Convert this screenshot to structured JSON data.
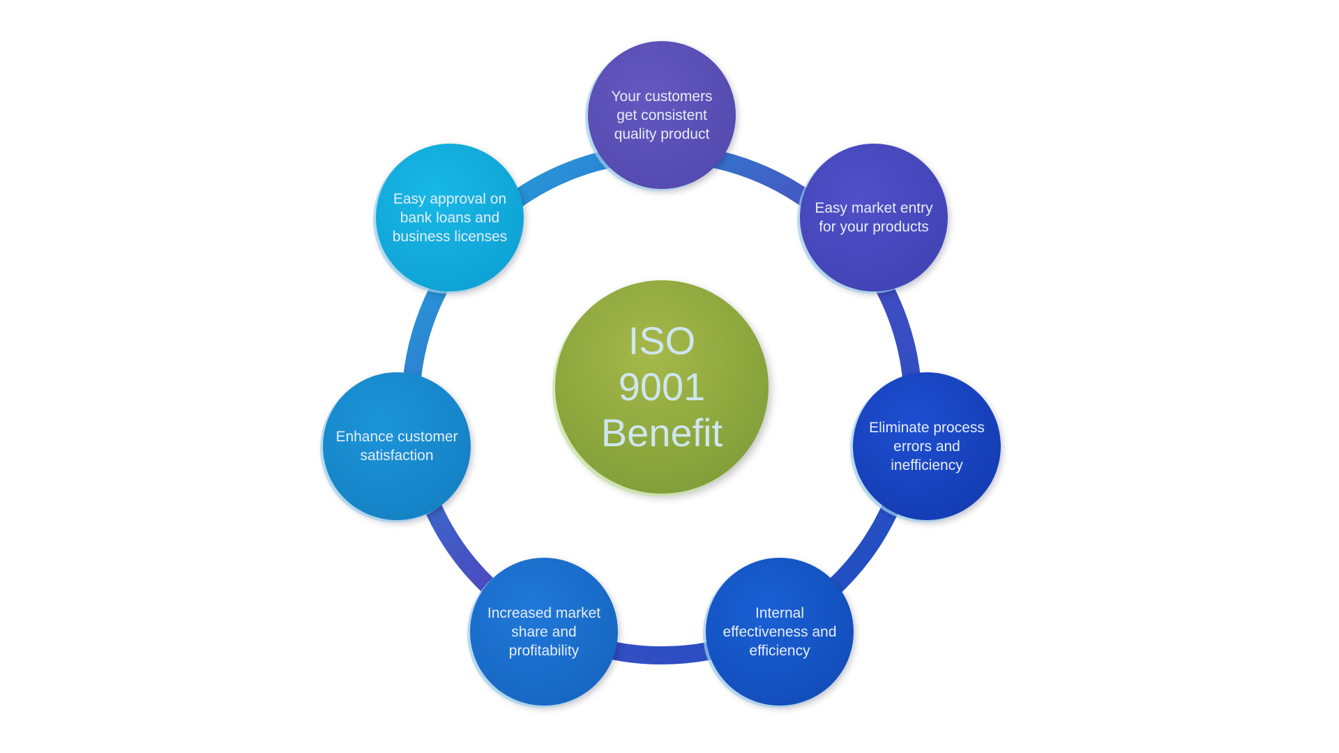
{
  "center": {
    "title_lines": [
      "ISO",
      "9001",
      "Benefit"
    ],
    "color": "#94ad42"
  },
  "benefits": [
    {
      "text": "Your customers get consistent quality product",
      "color": "#5b4fb6"
    },
    {
      "text": "Easy market entry for your products",
      "color": "#4a48be"
    },
    {
      "text": "Eliminate process errors and inefficiency",
      "color": "#1844c0"
    },
    {
      "text": "Internal effectiveness and efficiency",
      "color": "#1454c8"
    },
    {
      "text": "Increased market share and profitability",
      "color": "#196ccc"
    },
    {
      "text": "Enhance customer satisfaction",
      "color": "#1888cc"
    },
    {
      "text": "Easy approval on bank loans and business licenses",
      "color": "#14a8dc"
    }
  ]
}
